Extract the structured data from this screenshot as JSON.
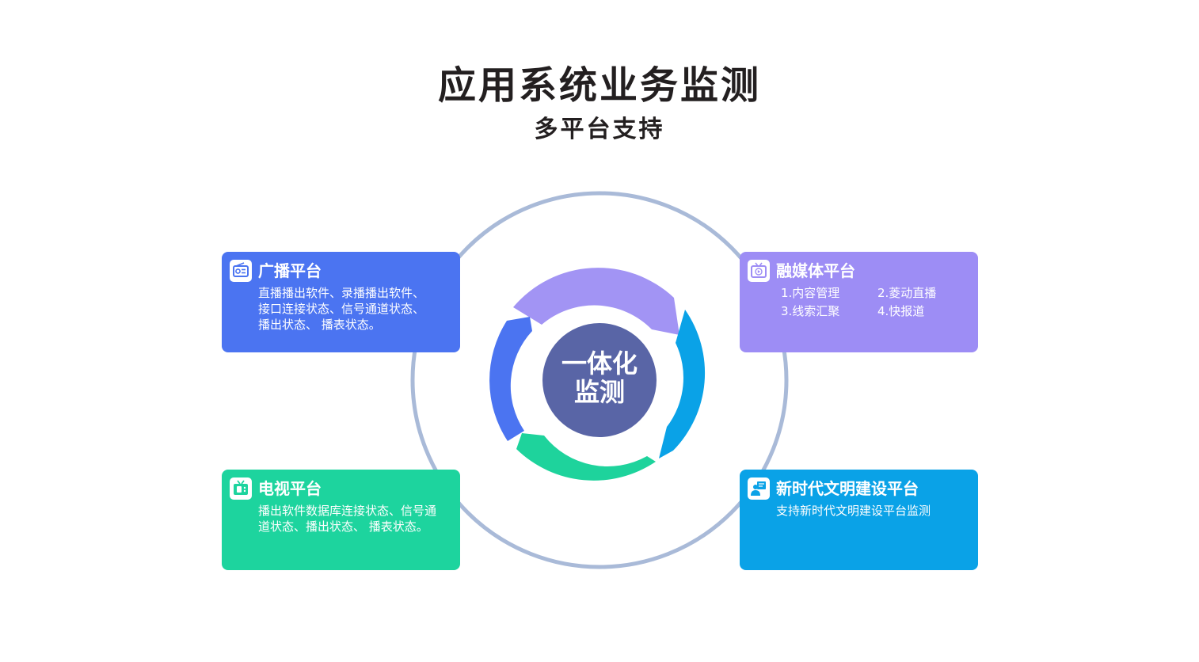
{
  "title": "应用系统业务监测",
  "subtitle": "多平台支持",
  "center": {
    "line1": "一体化",
    "line2": "监测"
  },
  "colors": {
    "broadcast": "#4b74f1",
    "tv": "#1dd49e",
    "media": "#9d8df5",
    "civilization": "#0aa2e7",
    "center": "#5965a6",
    "ring": "#a9bad8",
    "text": "#231f20"
  },
  "cards": {
    "broadcast": {
      "icon": "radio-icon",
      "name": "广播平台",
      "lines": [
        "直播播出软件、录播播出软件、",
        "接口连接状态、信号通道状态、",
        "播出状态、 播表状态。"
      ]
    },
    "tv": {
      "icon": "tv-icon",
      "name": "电视平台",
      "lines": [
        "播出软件数据库连接状态、信号通",
        "道状态、播出状态、 播表状态。"
      ]
    },
    "media": {
      "icon": "video-play-icon",
      "name": "融媒体平台",
      "items": [
        "1.内容管理",
        "2.菱动直播",
        "3.线索汇聚",
        "4.快报道"
      ]
    },
    "civilization": {
      "icon": "person-board-icon",
      "name": "新时代文明建设平台",
      "desc": "支持新时代文明建设平台监测"
    }
  }
}
